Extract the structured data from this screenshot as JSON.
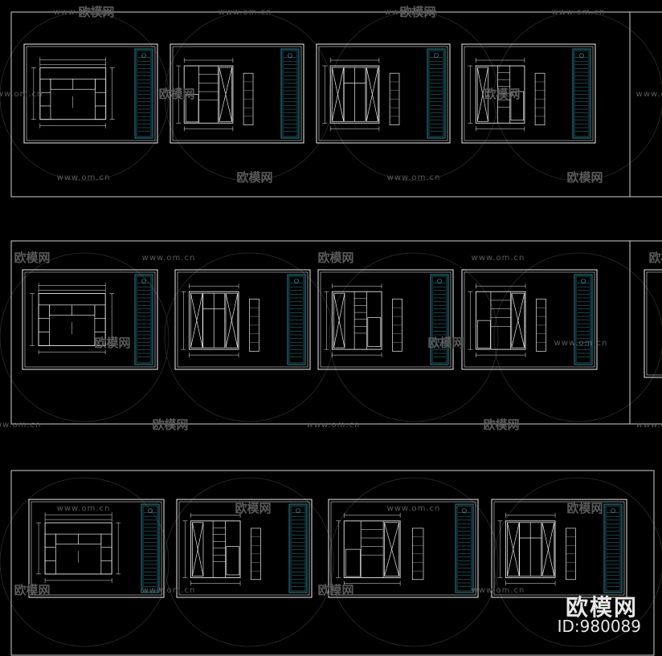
{
  "watermark": {
    "url": "www.om.cn",
    "brand": "欧模网",
    "id_text": "ID:980089"
  },
  "colors": {
    "background": "#000000",
    "band_border": "#cfcfcf",
    "sheet_border": "#d8d8d8",
    "title_block": "#3aa6b9",
    "drawing_line": "#e8e8e8",
    "watermark": "#5a5a5a"
  },
  "bands": [
    {
      "name": "row-1",
      "sheets": [
        "plan",
        "elevation-a",
        "elevation-b",
        "elevation-c"
      ]
    },
    {
      "name": "row-2",
      "sheets": [
        "plan",
        "elevation-a",
        "elevation-b",
        "elevation-c"
      ]
    },
    {
      "name": "row-3",
      "sheets": [
        "plan",
        "elevation-a",
        "elevation-b",
        "elevation-c"
      ]
    }
  ]
}
